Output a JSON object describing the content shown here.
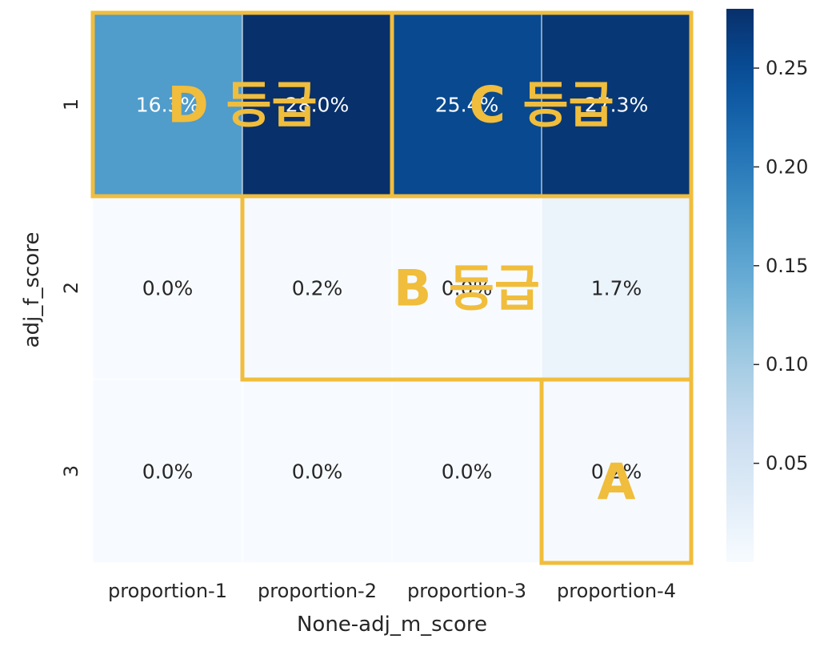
{
  "chart_data": {
    "type": "heatmap",
    "title": "",
    "xlabel": "None-adj_m_score",
    "ylabel": "adj_f_score",
    "x_categories": [
      "proportion-1",
      "proportion-2",
      "proportion-3",
      "proportion-4"
    ],
    "y_categories": [
      "1",
      "2",
      "3"
    ],
    "values": [
      [
        0.163,
        0.28,
        0.254,
        0.273
      ],
      [
        0.0,
        0.002,
        0.0,
        0.017
      ],
      [
        0.0,
        0.0,
        0.0,
        0.002
      ]
    ],
    "cell_labels": [
      [
        "16.3%",
        "28.0%",
        "25.4%",
        "27.3%"
      ],
      [
        "0.0%",
        "0.2%",
        "0.0%",
        "1.7%"
      ],
      [
        "0.0%",
        "0.0%",
        "0.0%",
        "0.2%"
      ]
    ],
    "colorbar": {
      "min": 0.0,
      "max": 0.28,
      "ticks": [
        0.05,
        0.1,
        0.15,
        0.2,
        0.25
      ],
      "tick_labels": [
        "0.05",
        "0.10",
        "0.15",
        "0.20",
        "0.25"
      ],
      "colormap": "Blues"
    }
  },
  "annotations": {
    "color": "#f0bd3c",
    "regions": [
      {
        "label": "D 등급",
        "row_start": 0,
        "row_end": 0,
        "col_start": 0,
        "col_end": 1
      },
      {
        "label": "C 등급",
        "row_start": 0,
        "row_end": 0,
        "col_start": 2,
        "col_end": 3
      },
      {
        "label": "B 등급",
        "row_start": 1,
        "row_end": 1,
        "col_start": 1,
        "col_end": 3
      },
      {
        "label": "A",
        "row_start": 2,
        "row_end": 2,
        "col_start": 3,
        "col_end": 3
      }
    ]
  }
}
